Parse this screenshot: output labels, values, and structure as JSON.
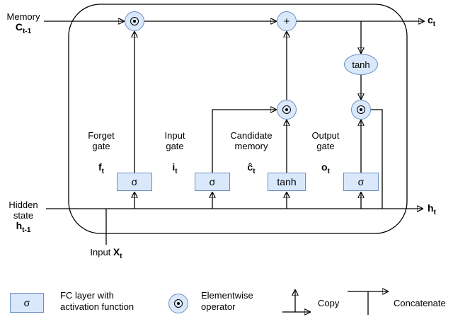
{
  "colors": {
    "shape_fill": "#dae8fc",
    "shape_stroke": "#6c8ebf",
    "line": "#000000",
    "background": "#ffffff"
  },
  "diagram": {
    "memory_word": "Memory",
    "memory_var": "C",
    "memory_sub": "t-1",
    "cell_output_var": "c",
    "cell_output_sub": "t",
    "hidden_word1": "Hidden",
    "hidden_word2": "state",
    "hidden_var": "h",
    "hidden_sub": "t-1",
    "hidden_output_var": "h",
    "hidden_output_sub": "t",
    "input_word": "Input",
    "input_var": "X",
    "input_sub": "t",
    "tanh_node_label": "tanh",
    "add_symbol": "+",
    "elementwise_icon_name": "elementwise-operator",
    "gates": [
      {
        "title1": "Forget",
        "title2": "gate",
        "var": "f",
        "sub": "t",
        "box": "σ"
      },
      {
        "title1": "Input",
        "title2": "gate",
        "var": "i",
        "sub": "t",
        "box": "σ"
      },
      {
        "title1": "Candidate",
        "title2": "memory",
        "var": "ĉ",
        "sub": "t",
        "box": "tanh"
      },
      {
        "title1": "Output",
        "title2": "gate",
        "var": "o",
        "sub": "t",
        "box": "σ"
      }
    ]
  },
  "legend": {
    "fc_symbol": "σ",
    "fc_line1": "FC layer with",
    "fc_line2": "activation function",
    "elementwise_line1": "Elementwise",
    "elementwise_line2": "operator",
    "copy_label": "Copy",
    "concatenate_label": "Concatenate"
  }
}
